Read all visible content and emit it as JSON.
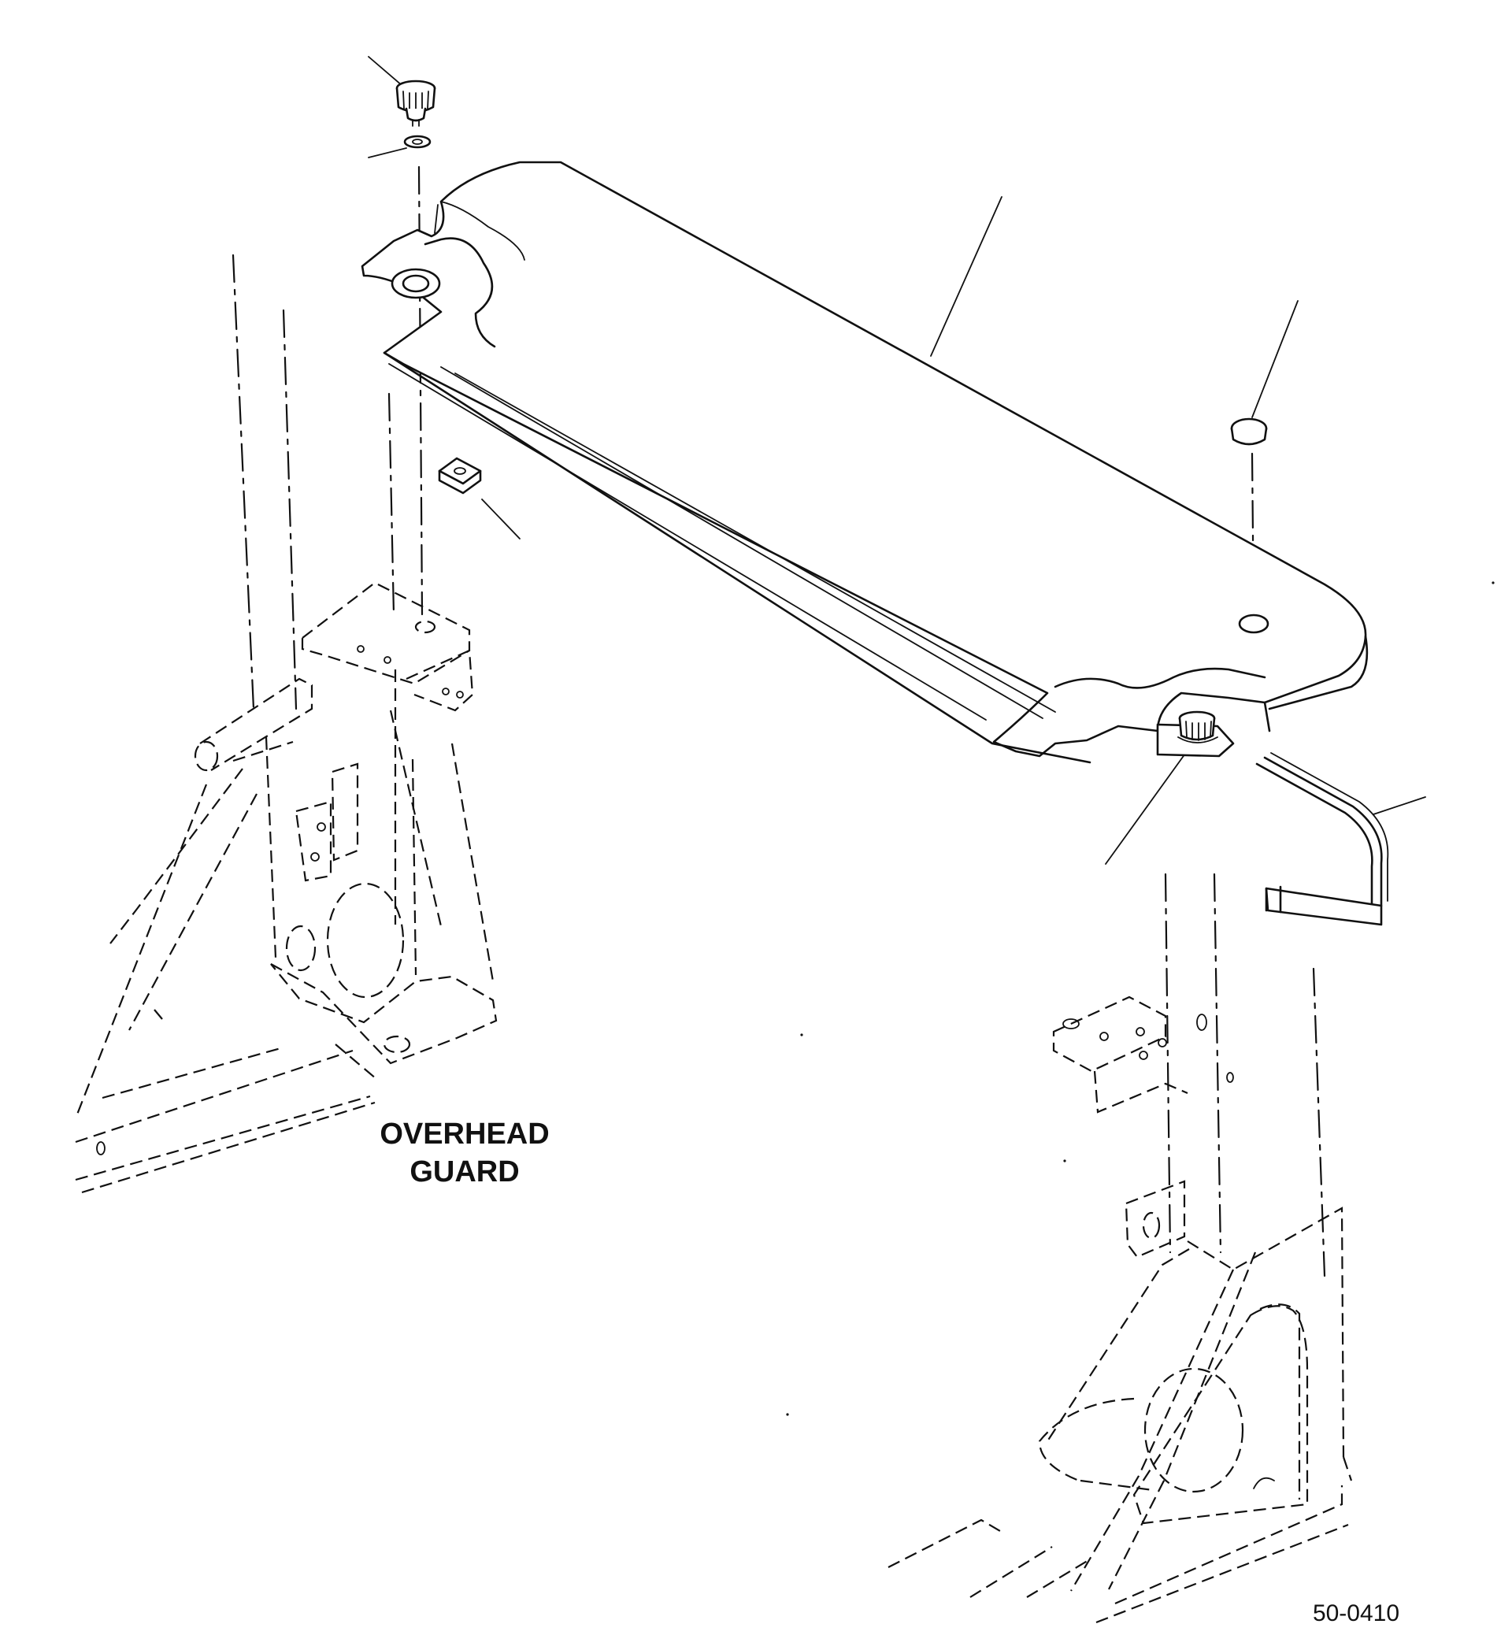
{
  "diagram": {
    "assembly_label_line1": "OVERHEAD",
    "assembly_label_line2": "GUARD",
    "figure_number": "50-0410"
  },
  "colors": {
    "ink": "#111111",
    "paper": "#ffffff"
  },
  "icons": {
    "knob": "knurled-knob-icon",
    "washer": "washer-icon",
    "nut": "square-nut-icon",
    "plug": "hole-plug-icon"
  }
}
